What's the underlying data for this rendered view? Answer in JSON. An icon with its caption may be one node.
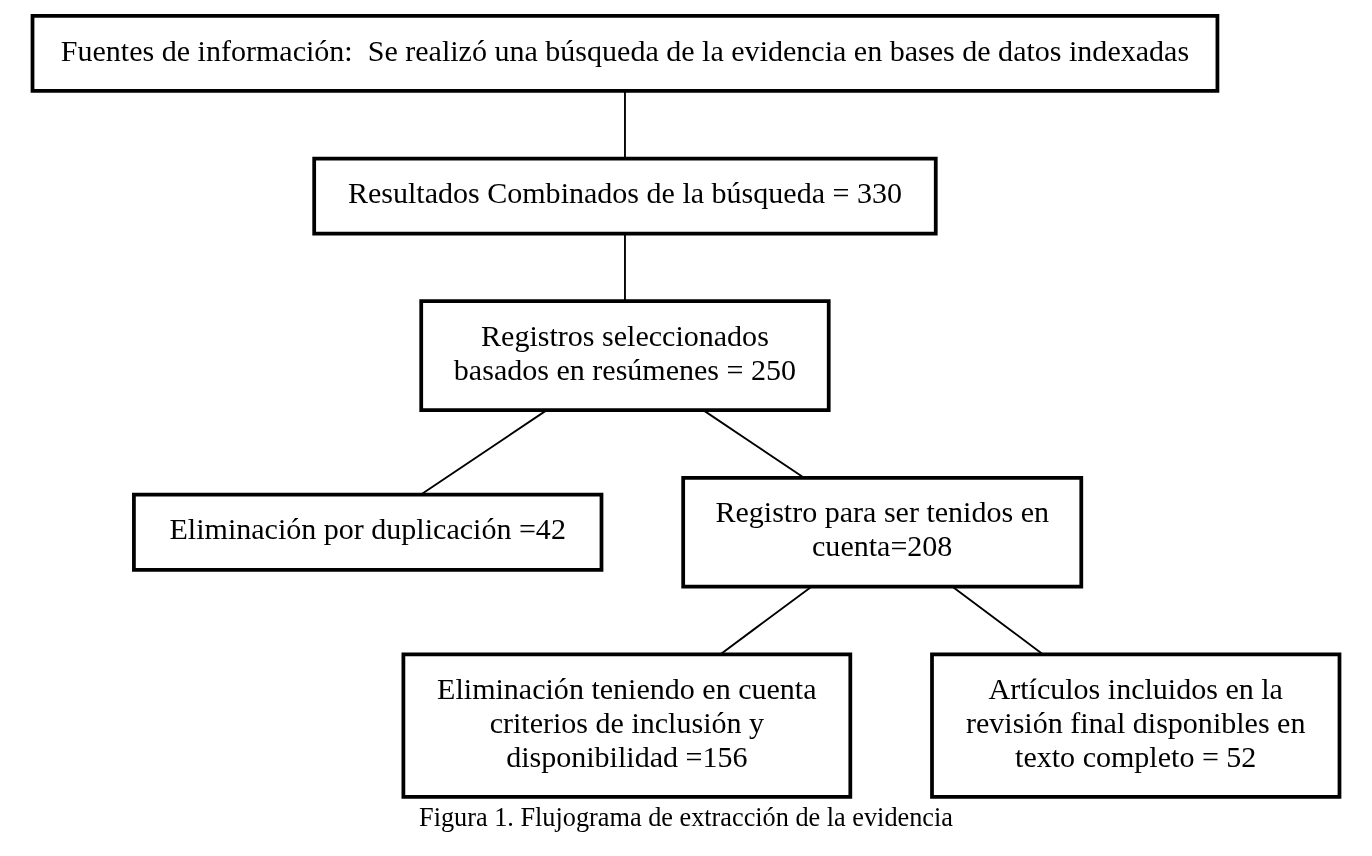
{
  "diagram": {
    "caption": "Figura 1. Flujograma de extracción de la evidencia",
    "nodes": [
      {
        "text": [
          "Fuentes de información:  Se realizó una búsqueda de la evidencia en bases de datos indexadas"
        ]
      },
      {
        "text": [
          "Resultados Combinados de la búsqueda = 330"
        ]
      },
      {
        "text": [
          "Registros seleccionados basados en resúmenes = 250"
        ]
      },
      {
        "text": [
          "Eliminación por duplicación =42"
        ]
      },
      {
        "text": [
          "Registro para ser tenidos en cuenta=208"
        ]
      },
      {
        "text": [
          "Eliminación teniendo en cuenta criterios de inclusión y disponibilidad =156"
        ]
      },
      {
        "text": [
          "Artículos incluidos en la revisión final disponibles en texto completo = 52"
        ]
      }
    ],
    "edges": [
      {
        "from": 0,
        "to": 1,
        "arrow": "none"
      },
      {
        "from": 1,
        "to": 2,
        "arrow": "none"
      },
      {
        "from": 2,
        "to": 4,
        "arrow": "none"
      },
      {
        "from": 2,
        "to": 3,
        "arrow": "none"
      },
      {
        "from": 4,
        "to": 6,
        "arrow": "none"
      },
      {
        "from": 4,
        "to": 5,
        "arrow": "none"
      }
    ]
  }
}
